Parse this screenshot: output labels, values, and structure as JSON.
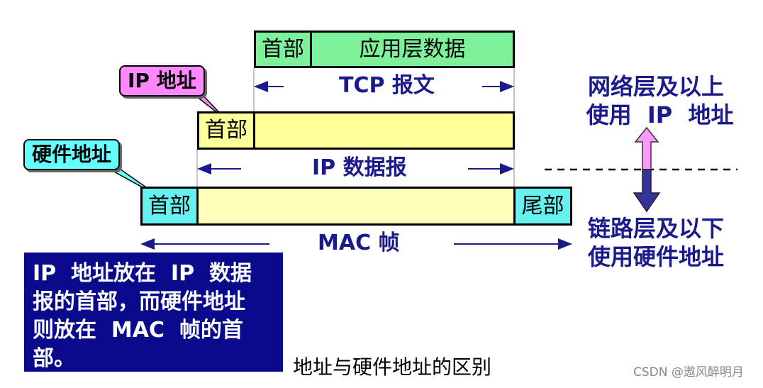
{
  "tcp": {
    "header": "首部",
    "data": "应用层数据",
    "label": "TCP  报文"
  },
  "ip": {
    "header": "首部",
    "label": "IP  数据报"
  },
  "mac": {
    "header": "首部",
    "trailer": "尾部",
    "label": "MAC  帧"
  },
  "callouts": {
    "ip_address": "IP  地址",
    "hw_address": "硬件地址"
  },
  "right": {
    "upper": "网络层及以上\n 使用  IP  地址",
    "lower": "链路层及以下\n使用硬件地址"
  },
  "note": "IP  地址放在  IP  数据\n报的首部，而硬件地址\n则放在  MAC  帧的首\n部。",
  "caption": "地址与硬件地址的区别",
  "watermark": "CSDN @遨风醉明月",
  "colors": {
    "tcp_fill": "#7ef29a",
    "ip_fill": "#ffff99",
    "mac_fill": "#ffffbb",
    "header_cyan": "#66f0f0",
    "callout_pink": "#ff88ff",
    "callout_cyan": "#66ffff",
    "arrow_pink": "#ff99ff",
    "arrow_blue": "#333399",
    "label_blue": "#1a1a8c",
    "note_bg": "#0a0a8c"
  }
}
